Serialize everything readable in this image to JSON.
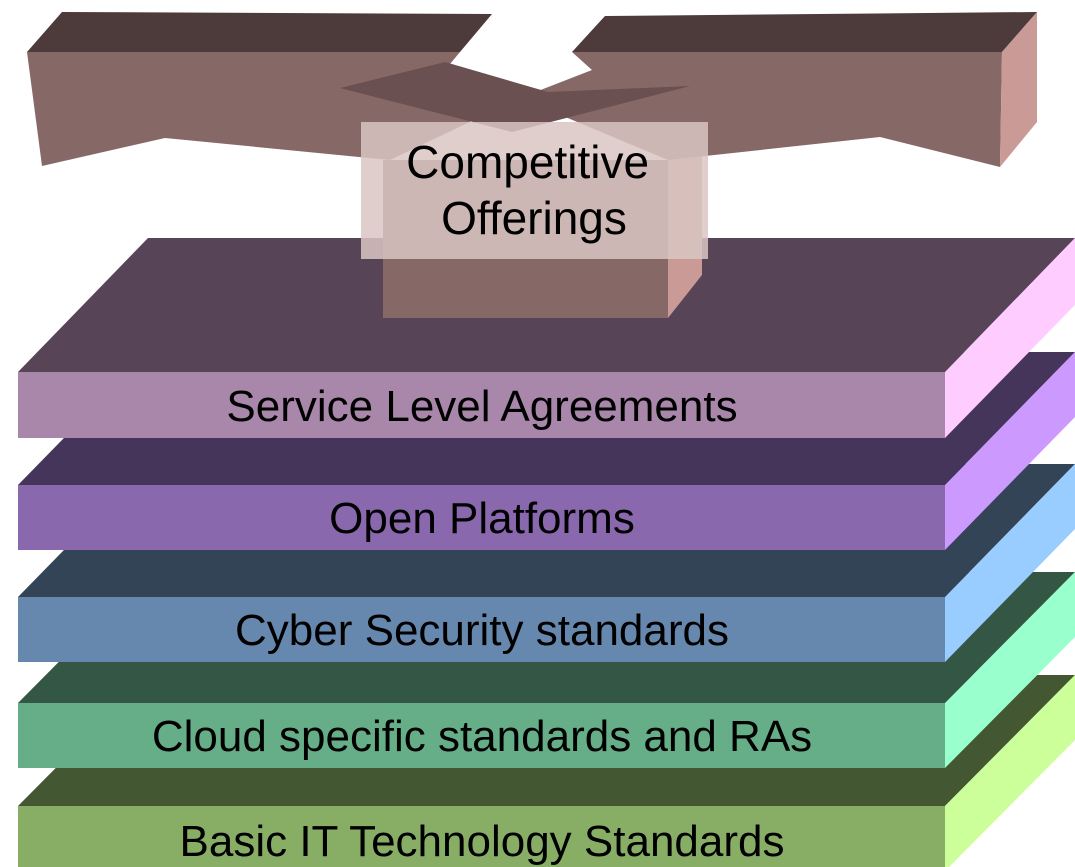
{
  "diagram": {
    "top_block": {
      "label_lines": [
        "Competitive",
        "Offerings"
      ],
      "colors": {
        "top": "#4d3a3a",
        "front": "#866866",
        "side": "#c99a96",
        "inner": "#6a5050",
        "label_bg": "#d9c6c3"
      }
    },
    "layers": [
      {
        "label": "Service Level Agreements",
        "colors": {
          "top": "#574457",
          "front": "#a987ab",
          "side": "#ffccff"
        }
      },
      {
        "label": "Open Platforms",
        "colors": {
          "top": "#45355a",
          "front": "#8968ae",
          "side": "#cc99ff"
        }
      },
      {
        "label": "Cyber Security standards",
        "colors": {
          "top": "#334457",
          "front": "#6688ae",
          "side": "#99ccff"
        }
      },
      {
        "label": "Cloud specific standards and RAs",
        "colors": {
          "top": "#335744",
          "front": "#66ae88",
          "side": "#99ffcc"
        }
      },
      {
        "label": "Basic IT Technology Standards",
        "colors": {
          "top": "#445733",
          "front": "#88ae66",
          "side": "#ccff99"
        }
      }
    ]
  }
}
